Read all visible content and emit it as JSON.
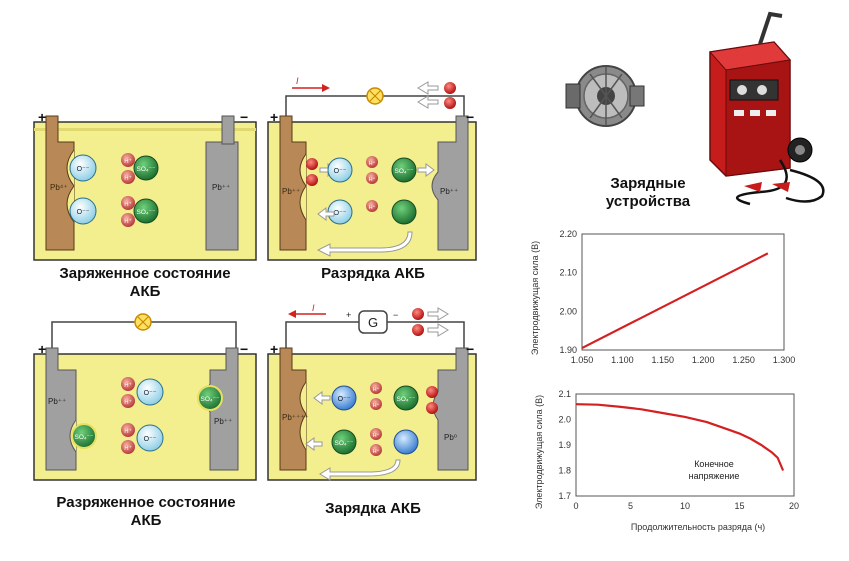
{
  "diagrams": {
    "charged": {
      "caption_line1": "Заряженное состояние",
      "caption_line2": "АКБ"
    },
    "discharging": {
      "caption": "Разрядка АКБ"
    },
    "discharged": {
      "caption_line1": "Разряженное состояние",
      "caption_line2": "АКБ"
    },
    "charging": {
      "caption": "Зарядка АКБ"
    },
    "chargers": {
      "caption_line1": "Зарядные",
      "caption_line2": "устройства"
    }
  },
  "labels": {
    "plus": "+",
    "minus": "−",
    "pb4": "Pb⁴⁺",
    "pb_cathode": "Pb⁺⁺",
    "pb_discharged": "Pb⁺⁺",
    "pb_charging": "Pb⁺⁺⁺⁺",
    "pb0": "Pb⁰",
    "o2": "O⁻⁻",
    "h": "H⁺",
    "so4": "SO₄⁻⁻",
    "current": "I",
    "galvanometer": "G"
  },
  "chart_data": [
    {
      "type": "line",
      "ylabel": "Электродвижущая сила (В)",
      "xlabel": "",
      "x_ticks": [
        "1.050",
        "1.100",
        "1.150",
        "1.200",
        "1.250",
        "1.300"
      ],
      "y_ticks": [
        "1.90",
        "2.00",
        "2.10",
        "2.20"
      ],
      "xlim": [
        1.05,
        1.3
      ],
      "ylim": [
        1.9,
        2.2
      ],
      "grid": true,
      "series": [
        {
          "x": [
            1.05,
            1.28
          ],
          "y": [
            1.905,
            2.15
          ],
          "color": "#d42020"
        }
      ]
    },
    {
      "type": "line",
      "ylabel": "Электродвижущая сила (В)",
      "xlabel": "Продолжительность разряда (ч)",
      "x_ticks": [
        "0",
        "5",
        "10",
        "15",
        "20"
      ],
      "y_ticks": [
        "1.7",
        "1.8",
        "1.9",
        "2.0",
        "2.1"
      ],
      "xlim": [
        0,
        20
      ],
      "ylim": [
        1.7,
        2.1
      ],
      "grid": true,
      "annotation": {
        "line1": "Конечное",
        "line2": "напряжение"
      },
      "series": [
        {
          "x": [
            0,
            2,
            4,
            6,
            8,
            10,
            12,
            14,
            15,
            16,
            17,
            18,
            18.5,
            19
          ],
          "y": [
            2.06,
            2.058,
            2.05,
            2.04,
            2.025,
            2.01,
            1.99,
            1.96,
            1.945,
            1.925,
            1.9,
            1.87,
            1.85,
            1.8
          ],
          "color": "#d42020"
        }
      ]
    }
  ],
  "colors": {
    "electrolyte": "#f3ee8e",
    "anode": "#b88856",
    "cathode": "#a0a0a0",
    "oxygen_ion": "#bfe6f2",
    "so4_ion": "#2f9a44",
    "hydrogen_ion": "#d24a4a",
    "chart_line": "#d42020"
  }
}
